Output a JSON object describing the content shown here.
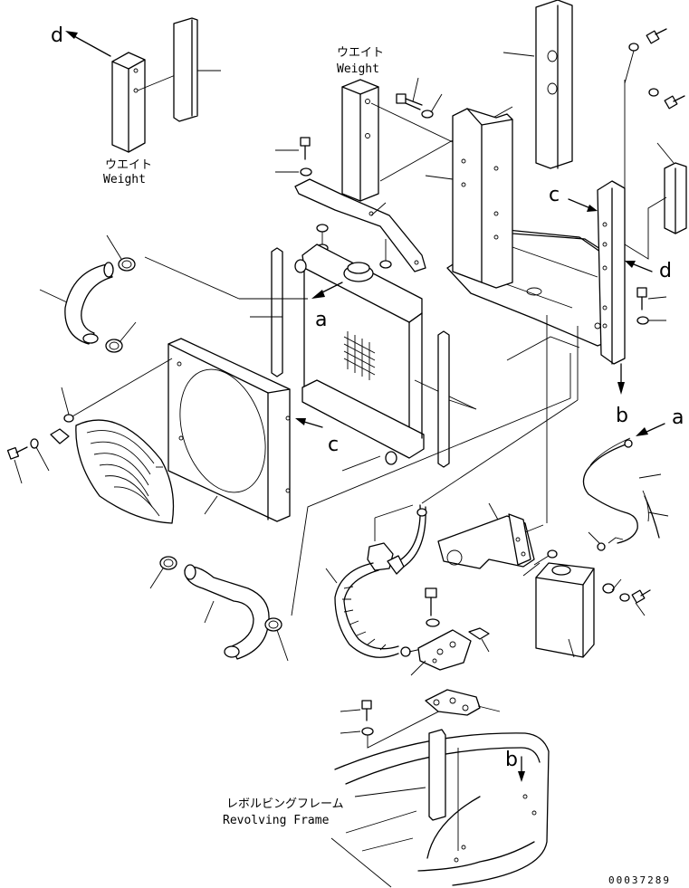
{
  "labels": {
    "weight_jp": "ウエイト",
    "weight_en": "Weight",
    "frame_jp": "レボルビングフレーム",
    "frame_en": "Revolving Frame"
  },
  "refs": {
    "a": "a",
    "b": "b",
    "c": "c",
    "d": "d"
  },
  "part_number": "00037289"
}
